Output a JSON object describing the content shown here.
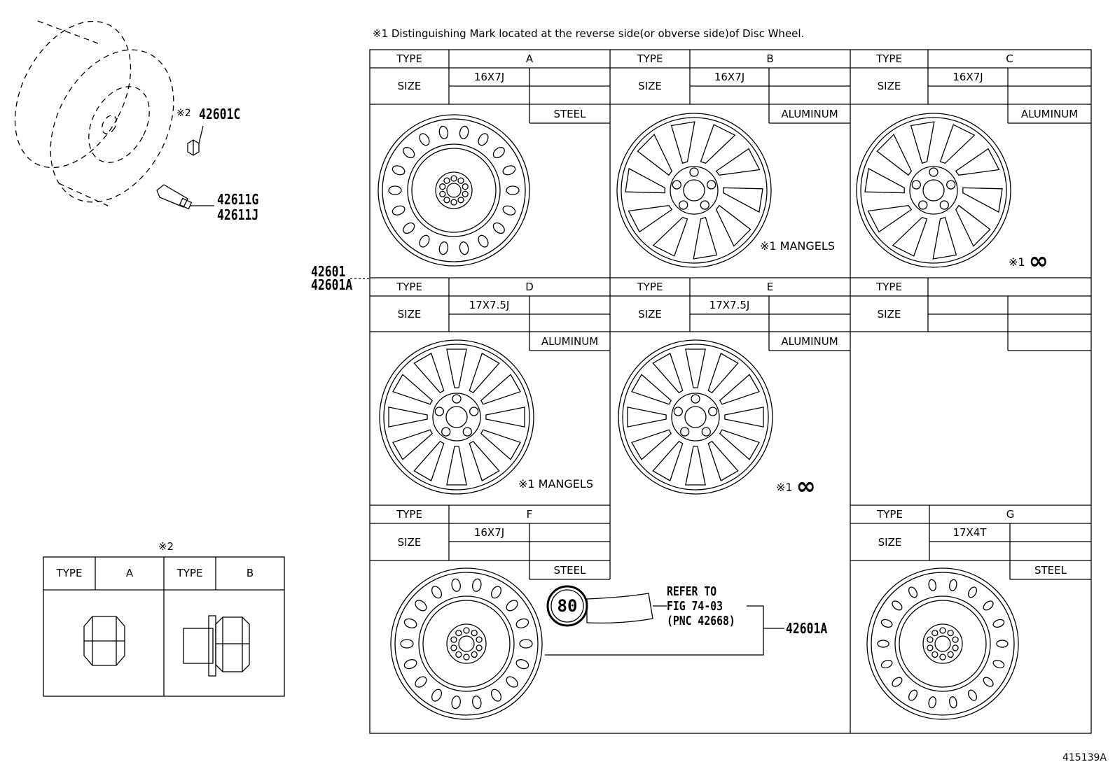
{
  "footnote_1": "※1 Distinguishing Mark located at the reverse side(or obverse side)of Disc Wheel.",
  "diagram_id": "415139A",
  "callouts": {
    "nut_ref": "※2",
    "nut_part": "42601C",
    "valve_part_1": "42611G",
    "valve_part_2": "42611J",
    "wheel_part_1": "42601",
    "wheel_part_2": "42601A",
    "spare_part": "42601A",
    "refer_line_1": "REFER TO",
    "refer_line_2": "FIG 74-03",
    "refer_line_3": "(PNC 42668)",
    "speed_sign": "80"
  },
  "labels": {
    "type": "TYPE",
    "size": "SIZE",
    "mark_prefix": "※1",
    "infinity": "∞"
  },
  "wheels": [
    {
      "id": "A",
      "size": "16X7J",
      "material": "STEEL",
      "mark": ""
    },
    {
      "id": "B",
      "size": "16X7J",
      "material": "ALUMINUM",
      "mark": "MANGELS"
    },
    {
      "id": "C",
      "size": "16X7J",
      "material": "ALUMINUM",
      "mark": "∞"
    },
    {
      "id": "D",
      "size": "17X7.5J",
      "material": "ALUMINUM",
      "mark": "MANGELS"
    },
    {
      "id": "E",
      "size": "17X7.5J",
      "material": "ALUMINUM",
      "mark": "∞"
    },
    {
      "id": "F",
      "size": "16X7J",
      "material": "STEEL",
      "mark": ""
    },
    {
      "id": "G",
      "size": "17X4T",
      "material": "STEEL",
      "mark": ""
    }
  ],
  "nut_table": {
    "ref": "※2",
    "types": [
      {
        "label": "TYPE",
        "value": "A"
      },
      {
        "label": "TYPE",
        "value": "B"
      }
    ]
  }
}
